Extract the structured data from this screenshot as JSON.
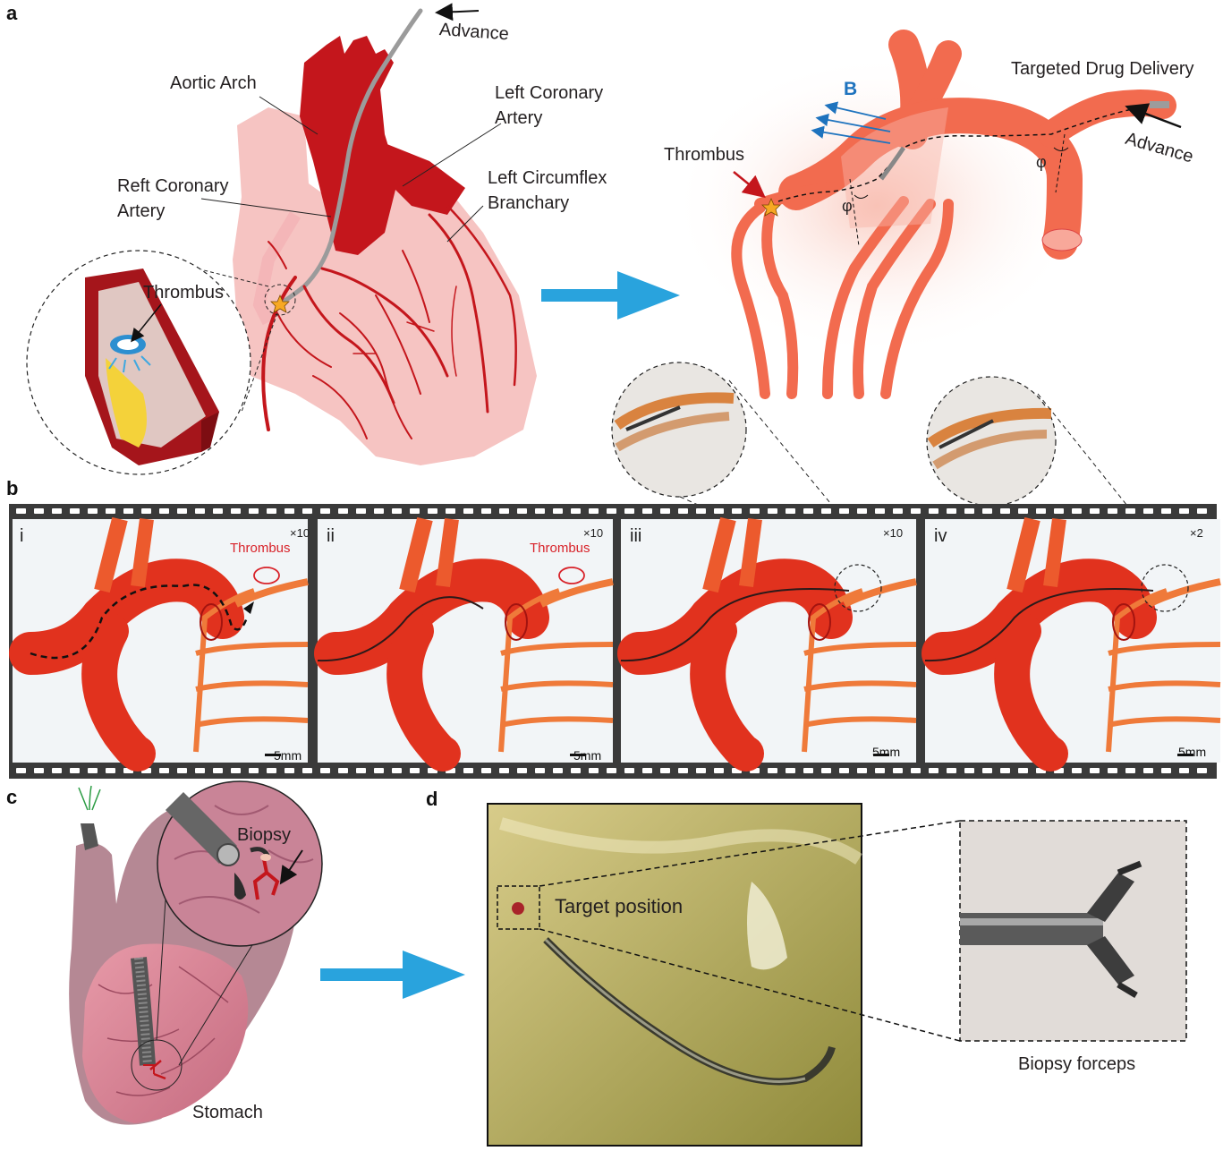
{
  "labels": {
    "a": "a",
    "b": "b",
    "c": "c",
    "d": "d"
  },
  "panel_a": {
    "advance_top": "Advance",
    "aortic_arch": "Aortic Arch",
    "left_coronary_artery_1": "Left Coronary",
    "left_coronary_artery_2": "Artery",
    "reft_coronary_artery_1": "Reft Coronary",
    "reft_coronary_artery_2": "Artery",
    "left_circumflex_1": "Left Circumflex",
    "left_circumflex_2": "Branchary",
    "thrombus_inset": "Thrombus",
    "targeted_drug_delivery": "Targeted Drug Delivery",
    "b_field": "B",
    "thrombus_model": "Thrombus",
    "advance_model": "Advance",
    "phi_1": "φ",
    "phi_2": "φ"
  },
  "panel_b": {
    "frames": [
      {
        "numeral": "i",
        "mag": "×10",
        "thrombus": "Thrombus",
        "scale": "5mm"
      },
      {
        "numeral": "ii",
        "mag": "×10",
        "thrombus": "Thrombus",
        "scale": "5mm"
      },
      {
        "numeral": "iii",
        "mag": "×10",
        "thrombus": "",
        "scale": "5mm"
      },
      {
        "numeral": "iv",
        "mag": "×2",
        "thrombus": "",
        "scale": "5mm"
      }
    ]
  },
  "panel_c": {
    "biopsy": "Biopsy",
    "stomach": "Stomach"
  },
  "panel_d": {
    "target_position": "Target position",
    "biopsy_forceps": "Biopsy forceps"
  },
  "colors": {
    "vessel_dark": "#c4161c",
    "vessel_model": "#f26b4f",
    "heart_pink": "#f6c4c2",
    "arrow_blue": "#29a3dd",
    "b_field_blue": "#1e73be",
    "thrombus_red": "#d8232a",
    "stomach": "#c98497"
  }
}
